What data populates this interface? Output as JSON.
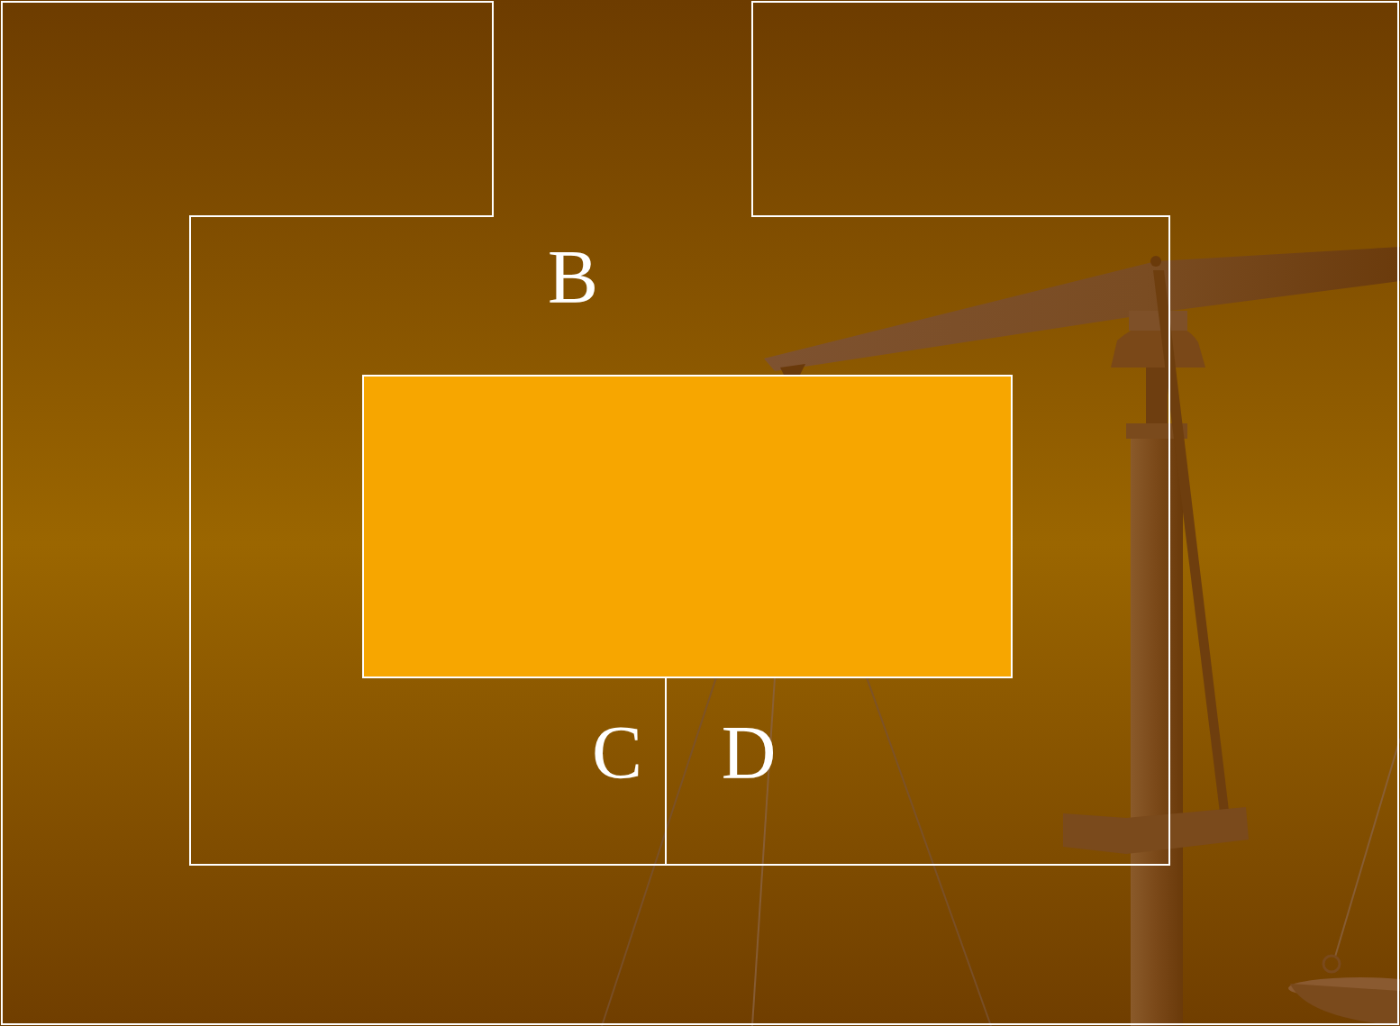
{
  "diagram": {
    "labels": [
      "B",
      "C",
      "D"
    ]
  }
}
